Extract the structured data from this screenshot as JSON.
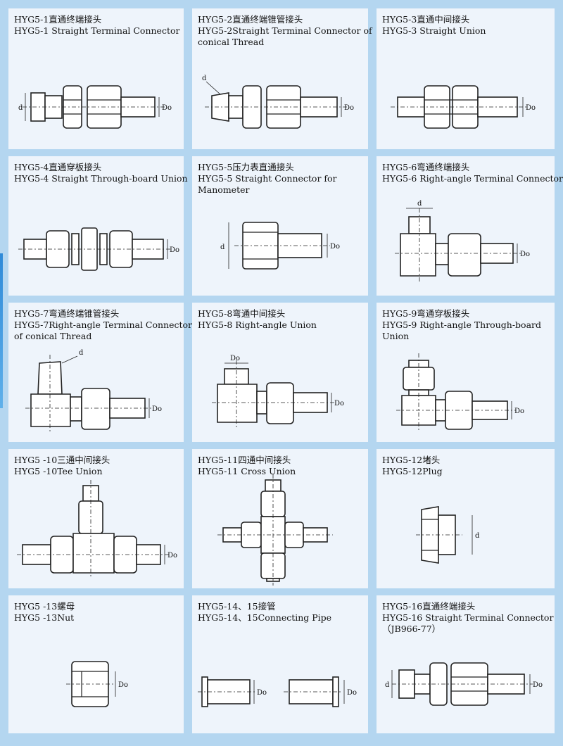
{
  "colors": {
    "background": "#b4d6f0",
    "panel": "#eef4fb",
    "ink": "#222222",
    "stripe": "#2f8ad8"
  },
  "items": [
    {
      "cn": "HYG5-1直通终端接头",
      "en": "HYG5-1 Straight Terminal Connector",
      "en2": "",
      "dims": [
        "d",
        "Do"
      ]
    },
    {
      "cn": "HYG5-2直通终端锥管接头",
      "en": "HYG5-2Straight Terminal Connector of",
      "en2": "conical Thread",
      "dims": [
        "d",
        "Do"
      ]
    },
    {
      "cn": "HYG5-3直通中间接头",
      "en": "HYG5-3 Straight Union",
      "en2": "",
      "dims": [
        "Do"
      ]
    },
    {
      "cn": "HYG5-4直通穿板接头",
      "en": "HYG5-4 Straight Through-board Union",
      "en2": "",
      "dims": [
        "Do"
      ]
    },
    {
      "cn": "HYG5-5压力表直通接头",
      "en": "HYG5-5 Straight Connector for",
      "en2": "Manometer",
      "dims": [
        "d",
        "Do"
      ]
    },
    {
      "cn": "HYG5-6弯通终端接头",
      "en": "HYG5-6 Right-angle Terminal Connector",
      "en2": "",
      "dims": [
        "d",
        "Do"
      ]
    },
    {
      "cn": "HYG5-7弯通终端锥管接头",
      "en": "HYG5-7Right-angle Terminal Connector",
      "en2": "of conical Thread",
      "dims": [
        "d",
        "Do"
      ]
    },
    {
      "cn": "HYG5-8弯通中间接头",
      "en": "HYG5-8 Right-angle Union",
      "en2": "",
      "dims": [
        "Do",
        "Do"
      ]
    },
    {
      "cn": "HYG5-9弯通穿板接头",
      "en": "HYG5-9 Right-angle Through-board",
      "en2": "Union",
      "dims": [
        "Do"
      ]
    },
    {
      "cn": "HYG5 -10三通中间接头",
      "en": "HYG5 -10Tee Union",
      "en2": "",
      "dims": [
        "Do"
      ]
    },
    {
      "cn": "HYG5-11四通中间接头",
      "en": "HYG5-11 Cross Union",
      "en2": "",
      "dims": []
    },
    {
      "cn": "HYG5-12堵头",
      "en": "HYG5-12Plug",
      "en2": "",
      "dims": [
        "d"
      ]
    },
    {
      "cn": "HYG5 -13螺母",
      "en": "HYG5 -13Nut",
      "en2": "",
      "dims": [
        "Do"
      ]
    },
    {
      "cn": "HYG5-14、15接管",
      "en": "HYG5-14、15Connecting Pipe",
      "en2": "",
      "dims": [
        "Do",
        "Do"
      ]
    },
    {
      "cn": "HYG5-16直通终端接头",
      "en": "HYG5-16 Straight Terminal Connector",
      "en2": "（JB966-77）",
      "dims": [
        "d",
        "Do"
      ]
    }
  ]
}
